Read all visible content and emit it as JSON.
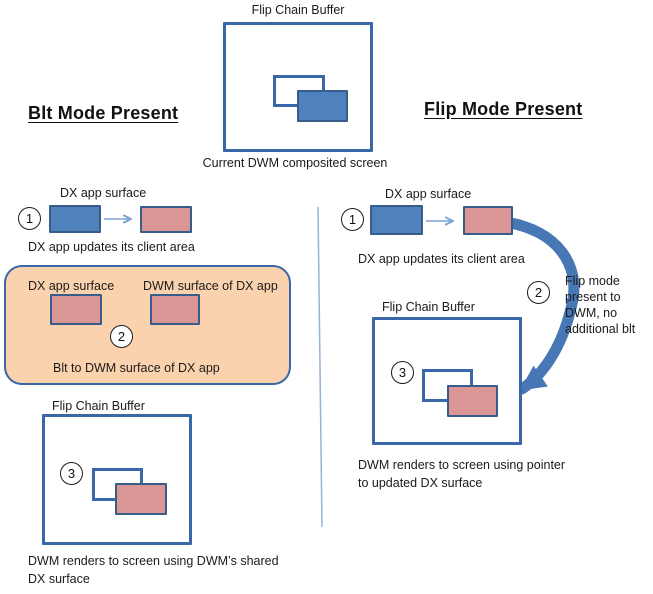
{
  "colors": {
    "blue_fill": "#4f81bd",
    "blue_border": "#385d8a",
    "pink_fill": "#d99694",
    "box_border": "#3a67a7",
    "peach_fill": "#fad2ae",
    "arrow_color": "#4777b4",
    "thin_arrow": "#7da4d4",
    "divider": "#95b3d7",
    "text_color": "#1b1b1b"
  },
  "top": {
    "title": "Flip Chain Buffer",
    "caption": "Current DWM composited screen"
  },
  "left": {
    "heading": "Blt Mode Present",
    "step1": {
      "num": "1",
      "label": "DX app surface",
      "caption": "DX app updates its client area"
    },
    "step2": {
      "num": "2",
      "label_left": "DX app surface",
      "label_right": "DWM surface of DX app",
      "caption": "Blt to DWM surface of DX app"
    },
    "step3": {
      "num": "3",
      "label": "Flip Chain Buffer",
      "caption_line1": "DWM renders to screen using DWM’s shared",
      "caption_line2": "DX surface"
    }
  },
  "right": {
    "heading": "Flip Mode Present",
    "step1": {
      "num": "1",
      "label": "DX app surface",
      "caption": "DX app updates its client area"
    },
    "step2": {
      "num": "2",
      "note_line1": "Flip mode",
      "note_line2": "present to",
      "note_line3": "DWM, no",
      "note_line4": "additional blt"
    },
    "step3": {
      "num": "3",
      "label": "Flip Chain Buffer",
      "caption_line1": "DWM renders to screen using pointer",
      "caption_line2": "to updated DX surface"
    }
  }
}
